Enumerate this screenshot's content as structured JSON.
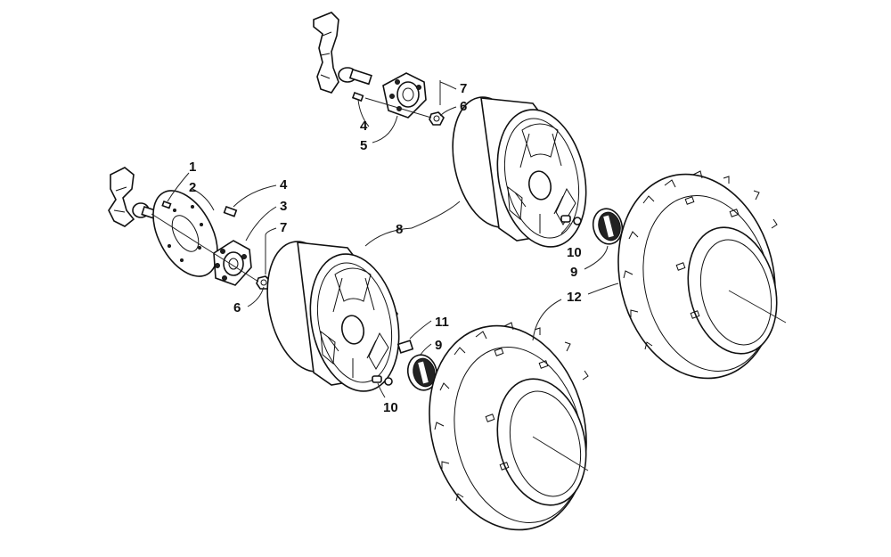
{
  "diagram": {
    "callouts": {
      "front_left": {
        "c1": "1",
        "c2": "2",
        "c3": "3",
        "c4": "4",
        "c7": "7",
        "c6": "6"
      },
      "rear_top": {
        "c4": "4",
        "c5": "5",
        "c7": "7",
        "c6": "6"
      },
      "wheels": {
        "c8": "8",
        "c10_top": "10",
        "c9_top": "9",
        "c12": "12",
        "c11": "11",
        "c9_bottom": "9",
        "c10_bottom": "10"
      }
    },
    "icons": [
      "steering-knuckle-icon",
      "brake-disc-icon",
      "wheel-hub-icon",
      "lug-nut-icon",
      "wheel-rim-icon",
      "valve-stem-icon",
      "center-cap-icon",
      "tire-icon"
    ]
  }
}
